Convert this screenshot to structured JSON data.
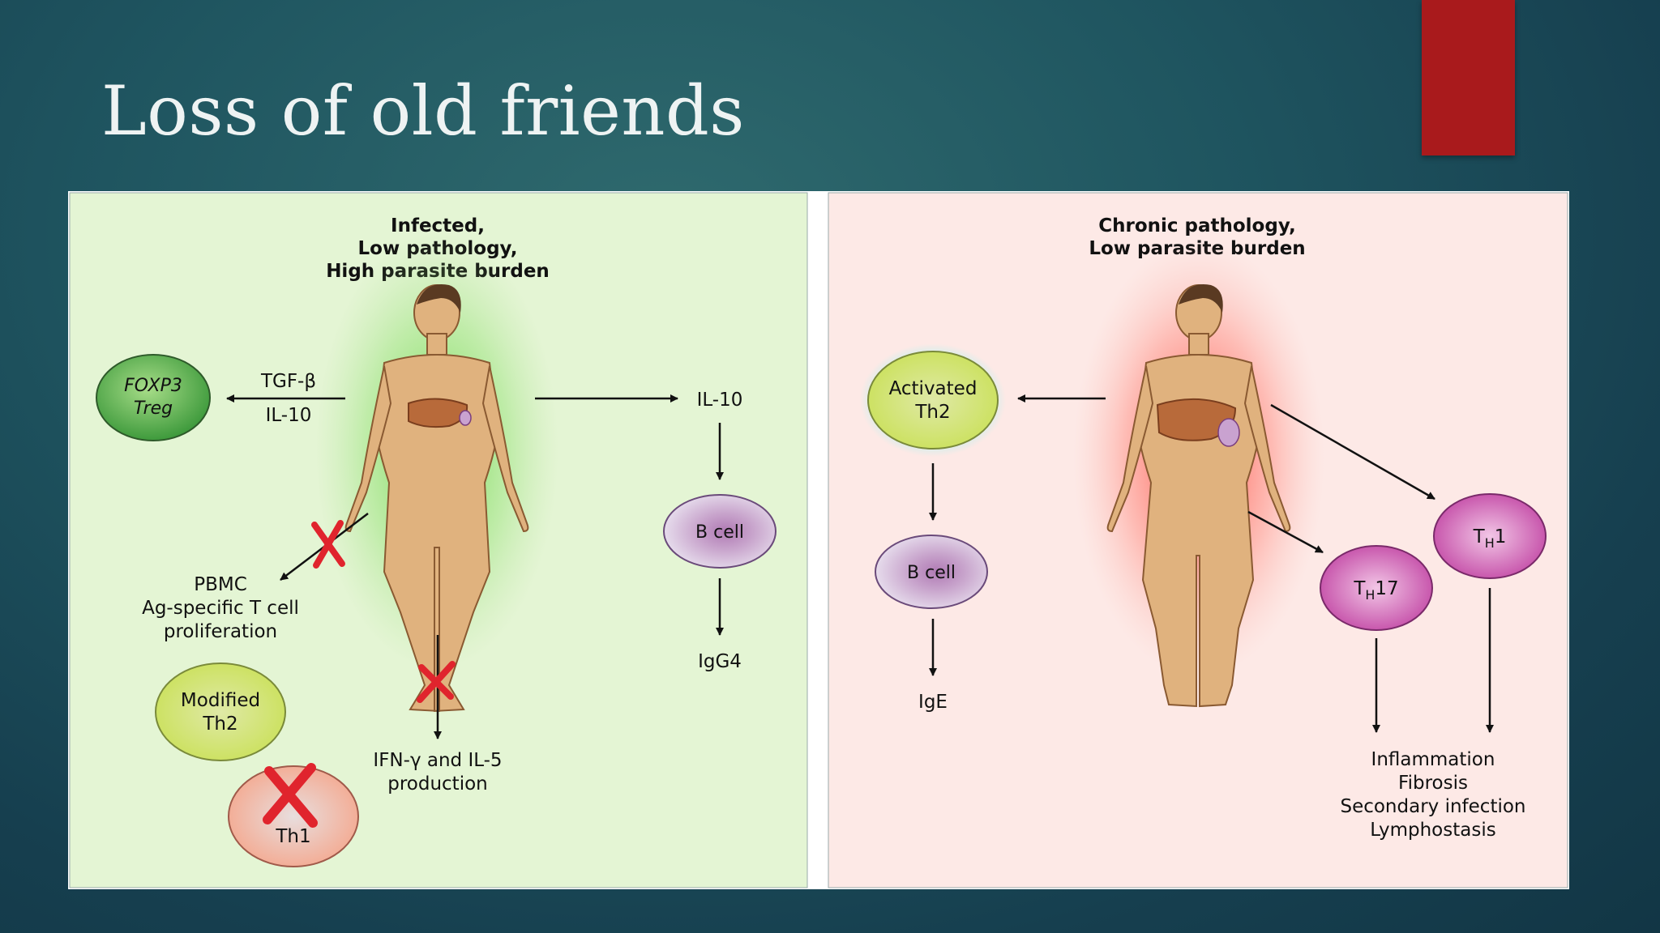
{
  "slide": {
    "title": "Loss of old friends"
  },
  "colors": {
    "accent_tab": "#a91a1c",
    "left_panel": "#e4f5d4",
    "right_panel": "#fde9e6",
    "cross": "#e0242d"
  },
  "left_panel": {
    "heading": [
      "Infected,",
      "Low pathology,",
      "High parasite burden"
    ],
    "treg": [
      "FOXP3",
      "Treg"
    ],
    "tgf": "TGF-β",
    "il10_left": "IL-10",
    "il10_right": "IL-10",
    "bcell": "B cell",
    "igg4": "IgG4",
    "pbmc": [
      "PBMC",
      "Ag-specific T cell",
      "proliferation"
    ],
    "modified_th2": [
      "Modified",
      "Th2"
    ],
    "th1": "Th1",
    "ifn": [
      "IFN-γ and IL-5",
      "production"
    ]
  },
  "right_panel": {
    "heading": [
      "Chronic pathology,",
      "Low parasite burden"
    ],
    "activated_th2": [
      "Activated",
      "Th2"
    ],
    "bcell": "B cell",
    "ige": "IgE",
    "th17": {
      "main": "T",
      "sub": "H",
      "suffix": "17"
    },
    "th1": {
      "main": "T",
      "sub": "H",
      "suffix": "1"
    },
    "outcomes": [
      "Inflammation",
      "Fibrosis",
      "Secondary infection",
      "Lymphostasis"
    ]
  }
}
